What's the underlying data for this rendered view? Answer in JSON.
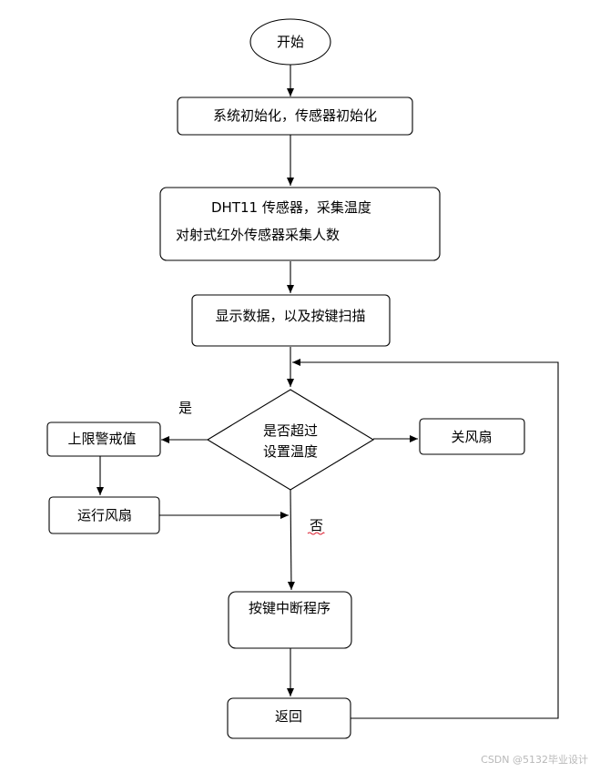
{
  "nodes": {
    "start": "开始",
    "init": "系统初始化，传感器初始化",
    "sense_line1": "DHT11 传感器，采集温度",
    "sense_line2": "对射式红外传感器采集人数",
    "display": "显示数据，以及按键扫描",
    "decision_line1": "是否超过",
    "decision_line2": "设置温度",
    "alarm": "上限警戒值",
    "fan_on": "运行风扇",
    "fan_off": "关风扇",
    "interrupt": "按键中断程序",
    "return": "返回"
  },
  "labels": {
    "yes": "是",
    "no": "否"
  },
  "watermark": "CSDN @5132毕业设计"
}
